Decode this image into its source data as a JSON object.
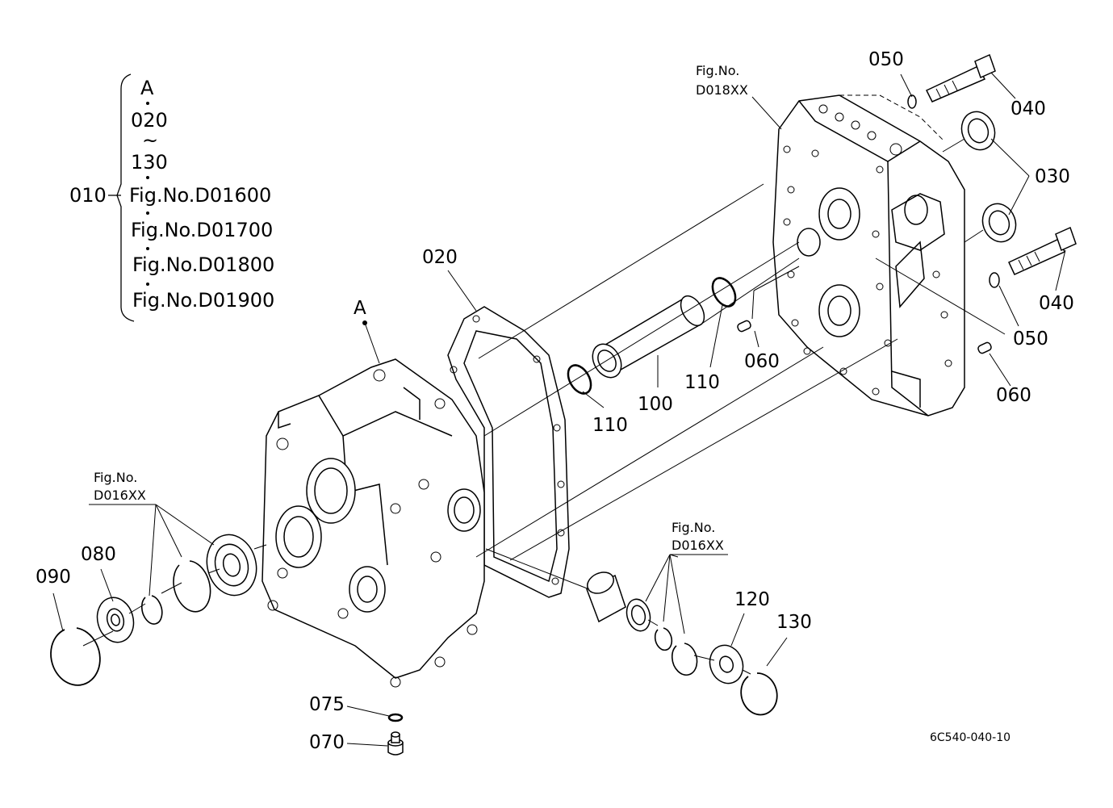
{
  "legend": {
    "top_letter": "A",
    "range_start": "020",
    "tilde": "~",
    "range_end": "130",
    "parent_part": "010",
    "refs": [
      "Fig.No.D01600",
      "Fig.No.D01700",
      "Fig.No.D01800",
      "Fig.No.D01900"
    ]
  },
  "callouts": {
    "p020": "020",
    "p030": "030",
    "p040a": "040",
    "p040b": "040",
    "p050a": "050",
    "p050b": "050",
    "p060a": "060",
    "p060b": "060",
    "p070": "070",
    "p075": "075",
    "p080": "080",
    "p090": "090",
    "p100": "100",
    "p110a": "110",
    "p110b": "110",
    "p120": "120",
    "p130": "130",
    "letter_a": "A"
  },
  "fig_refs": {
    "top_right_line1": "Fig.No.",
    "top_right_line2": "D018XX",
    "left_line1": "Fig.No.",
    "left_line2": "D016XX",
    "mid_line1": "Fig.No.",
    "mid_line2": "D016XX"
  },
  "drawing_code": "6C540-040-10"
}
